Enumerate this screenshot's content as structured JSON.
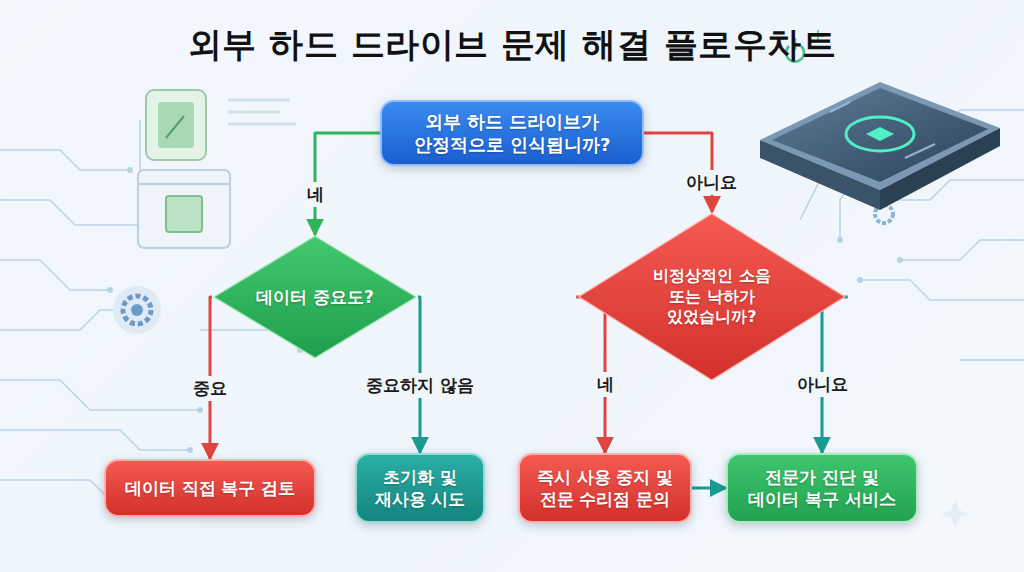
{
  "diagram": {
    "title": "외부 하드 드라이브 문제 해결 플로우차트",
    "nodes": [
      {
        "text": [
          "외부 하드 드라이브가 안정적으로 인식됩니까?"
        ]
      },
      {
        "text": [
          "데이터 중요도?"
        ]
      },
      {
        "text": [
          "비정상적인 소음 또는 낙하가 있었습니까?"
        ]
      },
      {
        "text": [
          "데이터 직접 복구 검토"
        ]
      },
      {
        "text": [
          "초기화 및 재사용 시도"
        ]
      },
      {
        "text": [
          "즉시 사용 중지 및 전문 수리점 문의"
        ]
      },
      {
        "text": [
          "전문가 진단 및 데이터 복구 서비스"
        ]
      }
    ],
    "edges": [
      {
        "from": 0,
        "to": 1,
        "label": "네",
        "arrow": "to"
      },
      {
        "from": 0,
        "to": 2,
        "label": "아니요",
        "arrow": "to"
      },
      {
        "from": 1,
        "to": 3,
        "label": "중요",
        "arrow": "to"
      },
      {
        "from": 1,
        "to": 4,
        "label": "중요하지 않음",
        "arrow": "to"
      },
      {
        "from": 2,
        "to": 5,
        "label": "네",
        "arrow": "to"
      },
      {
        "from": 2,
        "to": 6,
        "label": "아니요",
        "arrow": "to"
      },
      {
        "from": 5,
        "to": 6,
        "arrow": "to"
      }
    ]
  }
}
